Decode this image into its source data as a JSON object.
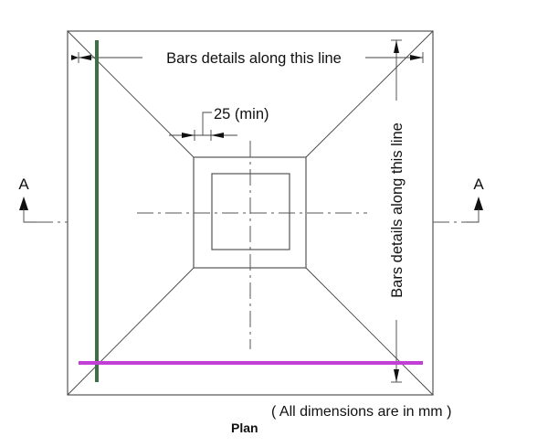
{
  "drawing": {
    "title": "Plan",
    "note": "( All dimensions are in mm )",
    "top_dimension_label": "Bars details along this line",
    "side_dimension_label": "Bars details along this line",
    "clearance_label": "25 (min)",
    "section_left_label": "A",
    "section_right_label": "A"
  },
  "colors": {
    "vertical_bar": "#3f6e48",
    "horizontal_bar": "#c23fd6",
    "lines": "#555555"
  }
}
